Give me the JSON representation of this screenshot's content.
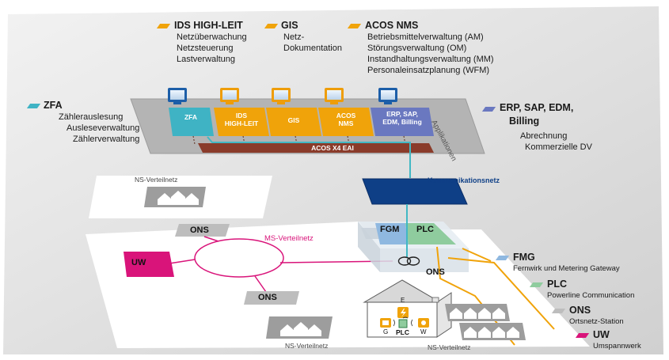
{
  "colors": {
    "orange": "#f0a30a",
    "teal": "#3fb3c4",
    "lightblue": "#8fb8e0",
    "green": "#8fcc9e",
    "gray": "#bdbdbd",
    "magenta": "#d9147a",
    "purpleblue": "#6a78c0",
    "brown": "#8a3b2a",
    "navy": "#0e3f86",
    "background": "#d8d8d8"
  },
  "top_legend": [
    {
      "title": "IDS HIGH-LEIT",
      "lines": [
        "Netzüberwachung",
        "Netzsteuerung",
        "Lastverwaltung"
      ]
    },
    {
      "title": "GIS",
      "lines": [
        "Netz-",
        "Dokumentation"
      ]
    },
    {
      "title": "ACOS NMS",
      "lines": [
        "Betriebsmittelverwaltung (AM)",
        "Störungsverwaltung (OM)",
        "Instandhaltungsverwaltung (MM)",
        "Personaleinsatzplanung (WFM)"
      ]
    }
  ],
  "zfa": {
    "title": "ZFA",
    "lines": [
      "Zählerauslesung",
      "Ausleseverwaltung",
      "Zählerverwaltung"
    ]
  },
  "erp": {
    "title_line1": "ERP, SAP, EDM,",
    "title_line2": "Billing",
    "lines": [
      "Abrechnung",
      "Kommerzielle DV"
    ]
  },
  "app_platform": {
    "label": "Applikationen",
    "blocks": [
      {
        "label": [
          "ZFA"
        ],
        "color": "#3fb3c4"
      },
      {
        "label": [
          "IDS",
          "HIGH-LEIT"
        ],
        "color": "#f0a30a"
      },
      {
        "label": [
          "GIS"
        ],
        "color": "#f0a30a"
      },
      {
        "label": [
          "ACOS",
          "NMS"
        ],
        "color": "#f0a30a"
      },
      {
        "label": [
          "ERP, SAP,",
          "EDM, Billing"
        ],
        "color": "#6a78c0"
      }
    ],
    "bus_label": "ACOS X4 EAI"
  },
  "network": {
    "kommunikationsnetz": "Kommunikationsnetz",
    "fgm": "FGM",
    "plc": "PLC",
    "ons": "ONS",
    "ms_verteilnetz": "MS-Verteilnetz",
    "ns_verteilnetz": "NS-Verteilnetz",
    "uw": "UW",
    "house_labels": {
      "e": "E",
      "g": "G",
      "w": "W",
      "plc": "PLC"
    }
  },
  "bottom_legend": [
    {
      "key": "fmg",
      "title": "FMG",
      "desc": "Fernwirk und Metering Gateway",
      "color": "#8fb8e0"
    },
    {
      "key": "plc",
      "title": "PLC",
      "desc": "Powerline Communication",
      "color": "#8fcc9e"
    },
    {
      "key": "ons",
      "title": "ONS",
      "desc": "Ortsnetz-Station",
      "color": "#bdbdbd"
    },
    {
      "key": "uw",
      "title": "UW",
      "desc": "Umspannwerk",
      "color": "#d9147a"
    }
  ]
}
